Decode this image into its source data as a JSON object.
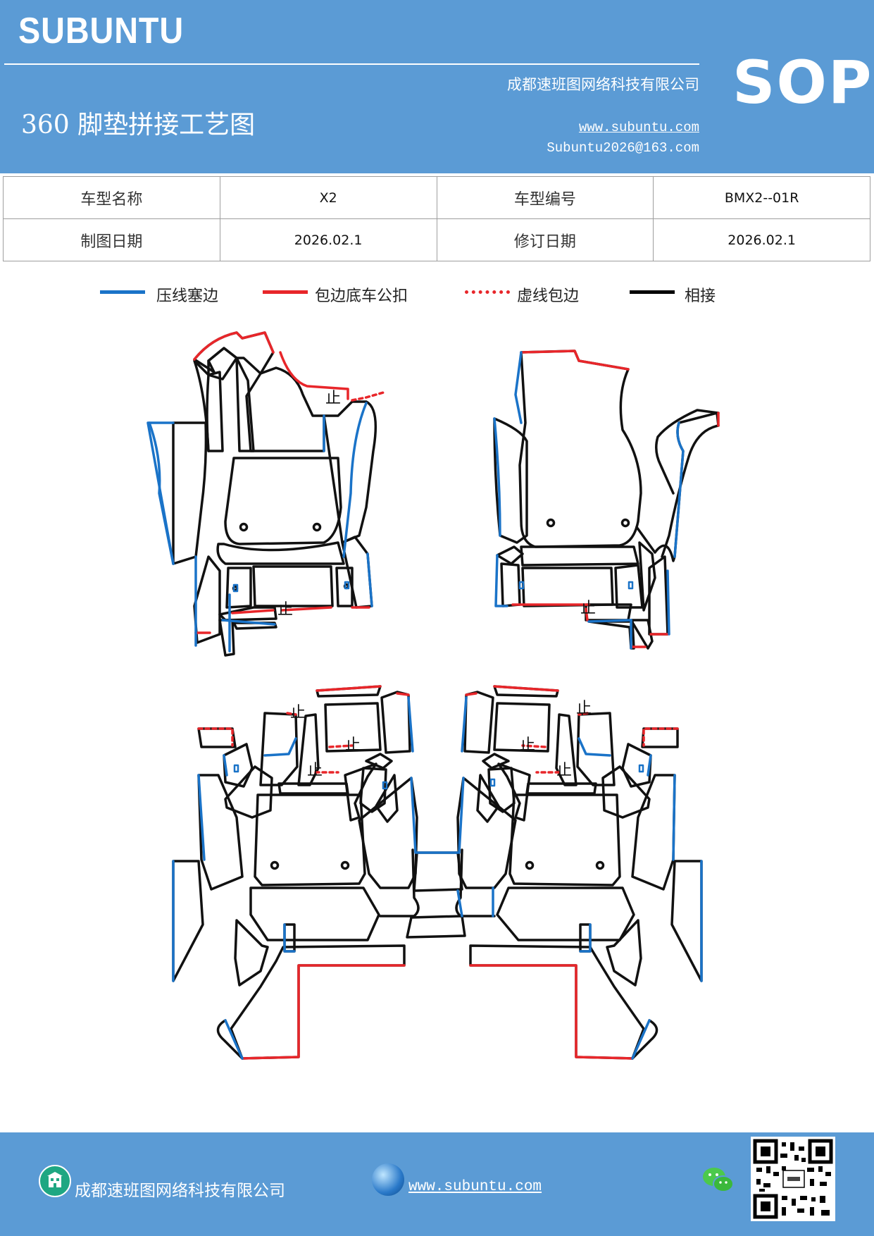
{
  "header": {
    "brand": "SUBUNTU",
    "company": "成都速班图网络科技有限公司",
    "title": "360 脚垫拼接工艺图",
    "url": "www.subuntu.com",
    "email": "Subuntu2026@163.com",
    "badge": "SOP",
    "background_color": "#5b9bd5"
  },
  "info_table": {
    "rows": [
      {
        "label1": "车型名称",
        "value1": "X2",
        "label2": "车型编号",
        "value2": "BMX2--01R"
      },
      {
        "label1": "制图日期",
        "value1": "2026.02.1",
        "label2": "修订日期",
        "value2": "2026.02.1"
      }
    ]
  },
  "legend": {
    "items": [
      {
        "label": "压线塞边",
        "color": "#1a73c8",
        "style": "solid"
      },
      {
        "label": "包边底车公扣",
        "color": "#e8262a",
        "style": "solid"
      },
      {
        "label": "虚线包边",
        "color": "#e8262a",
        "style": "dotted"
      },
      {
        "label": "相接",
        "color": "#000000",
        "style": "solid"
      }
    ]
  },
  "diagram": {
    "stop_mark": "止",
    "colors": {
      "outline": "#111111",
      "blue": "#1a73c8",
      "red": "#e8262a"
    }
  },
  "footer": {
    "company": "成都速班图网络科技有限公司",
    "url": "www.subuntu.com",
    "icons": [
      "building-icon",
      "globe-icon",
      "wechat-icon",
      "qr-code-icon"
    ]
  }
}
